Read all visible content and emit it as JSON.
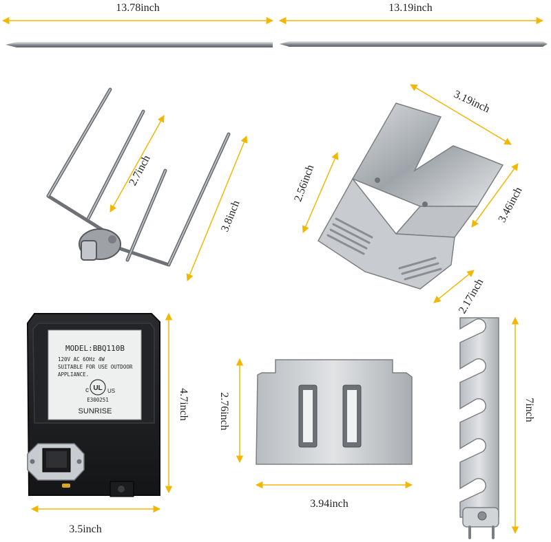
{
  "dimensions": {
    "rod_left": "13.78inch",
    "rod_right": "13.19inch",
    "fork_inner": "2.7inch",
    "fork_outer": "3.8inch",
    "bracket_top": "3.19inch",
    "bracket_left": "2.56inch",
    "bracket_right": "3.46inch",
    "bracket_bottom": "2.17inch",
    "motor_height": "4.7inch",
    "motor_width": "3.5inch",
    "plate_height": "2.76inch",
    "plate_width": "3.94inch",
    "support_height": "7inch"
  },
  "motor_label": {
    "model": "MODEL:BBQ110B",
    "spec_line1": "120V AC 6OHz 4W",
    "spec_line2": "SUITABLE FOR USE OUTDOOR",
    "spec_line3": "APPLIANCE.",
    "cert_c": "c",
    "cert_ul": "UL",
    "cert_us": "US",
    "cert_number": "E300251",
    "brand": "SUNRISE"
  },
  "colors": {
    "dimension_line": "#f2b705",
    "metal": "#a9adb2",
    "motor_body": "#1e1f21"
  },
  "icons": {
    "fork": "rotisserie-fork-icon",
    "motor": "rotisserie-motor-icon",
    "switch": "power-switch-icon"
  }
}
